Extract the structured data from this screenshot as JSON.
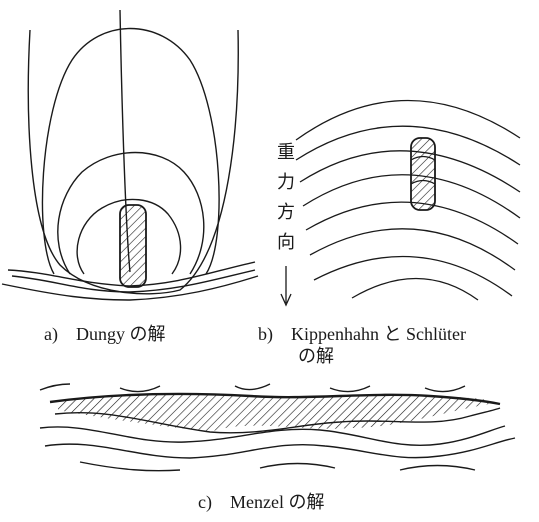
{
  "panels": {
    "a": {
      "caption": "a)　Dungy の解"
    },
    "b": {
      "caption_line1": "b)　Kippenhahn と Schlüter",
      "caption_line2": "の解"
    },
    "c": {
      "caption": "c)　Menzel の解"
    }
  },
  "gravity_label": [
    "重",
    "力",
    "方",
    "向"
  ],
  "colors": {
    "line": "#1a1a1a",
    "background": "#ffffff"
  }
}
